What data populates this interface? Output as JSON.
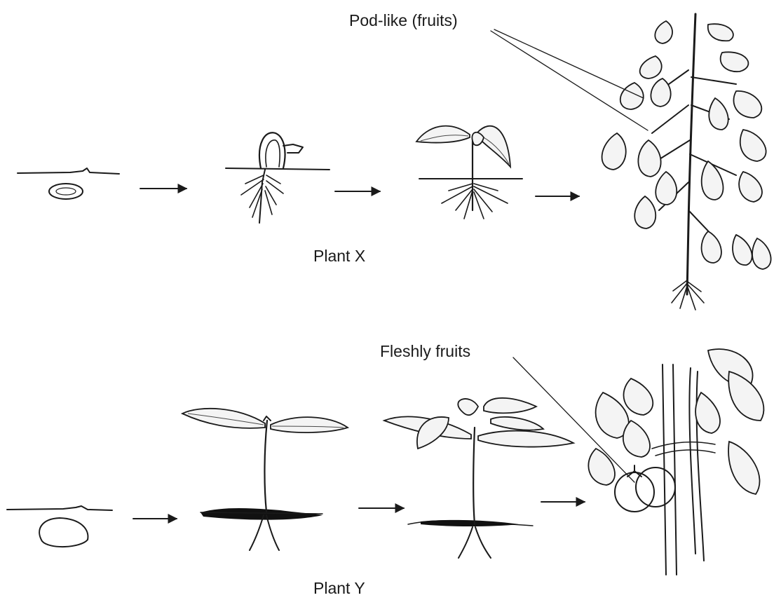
{
  "labels": {
    "pod_fruits": "Pod-like (fruits)",
    "plant_x": "Plant X",
    "fleshy_fruits": "Fleshly fruits",
    "plant_y": "Plant Y"
  },
  "icons": {
    "arrow": "right-arrow-icon"
  },
  "colors": {
    "ink": "#1a1a1a",
    "background": "#ffffff"
  }
}
